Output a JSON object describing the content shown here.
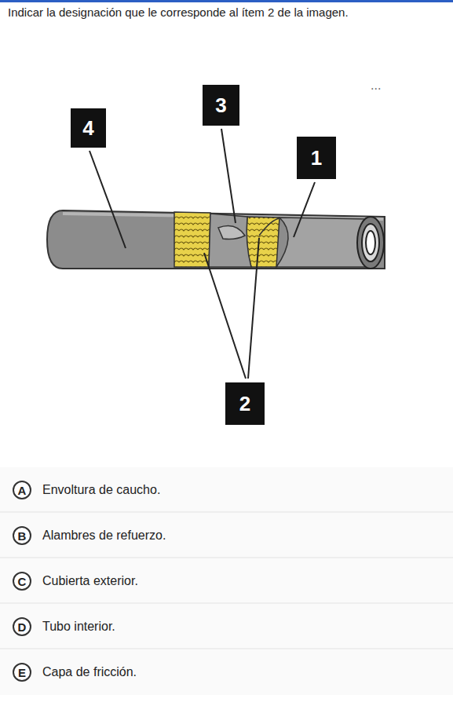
{
  "diagram": {
    "title": "Indicar la designación que le corresponde al ítem 2 de la imagen.",
    "nodes": [
      {
        "text": [
          "3"
        ]
      },
      {
        "text": [
          "4"
        ]
      },
      {
        "text": [
          "1"
        ]
      },
      {
        "text": [
          "2"
        ]
      },
      {
        "text": [
          "A",
          "Envoltura de caucho."
        ]
      },
      {
        "text": [
          "B",
          "Alambres de refuerzo."
        ]
      },
      {
        "text": [
          "C",
          "Cubierta exterior."
        ]
      },
      {
        "text": [
          "D",
          "Tubo interior."
        ]
      },
      {
        "text": [
          "E",
          "Capa de fricción."
        ]
      }
    ],
    "labels": [
      "..."
    ]
  }
}
